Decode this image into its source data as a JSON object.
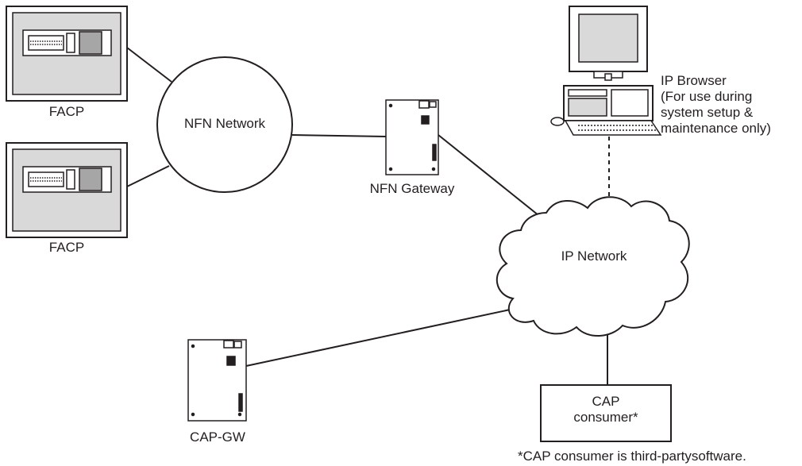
{
  "nodes": {
    "facp_top": {
      "label": "FACP"
    },
    "facp_bottom": {
      "label": "FACP"
    },
    "nfn_network": {
      "label": "NFN Network"
    },
    "nfn_gateway": {
      "label": "NFN Gateway"
    },
    "ip_network": {
      "label": "IP Network"
    },
    "ip_browser": {
      "lines": [
        "IP Browser",
        "(For use during",
        "system setup &",
        "maintenance only)"
      ]
    },
    "cap_gw": {
      "label": "CAP-GW"
    },
    "cap_consumer": {
      "lines": [
        "CAP",
        "consumer*"
      ]
    }
  },
  "footnote": "*CAP consumer is third-partysoftware.",
  "connections": [
    {
      "from": "facp_top",
      "to": "nfn_network",
      "style": "solid"
    },
    {
      "from": "facp_bottom",
      "to": "nfn_network",
      "style": "solid"
    },
    {
      "from": "nfn_network",
      "to": "nfn_gateway",
      "style": "solid"
    },
    {
      "from": "nfn_gateway",
      "to": "ip_network",
      "style": "solid"
    },
    {
      "from": "ip_browser",
      "to": "ip_network",
      "style": "dashed"
    },
    {
      "from": "cap_gw",
      "to": "ip_network",
      "style": "solid"
    },
    {
      "from": "ip_network",
      "to": "cap_consumer",
      "style": "solid"
    }
  ],
  "colors": {
    "line": "#231f20",
    "panel_fill": "#d9d9d9",
    "screen_fill": "#a6a6a6",
    "background": "#ffffff"
  }
}
